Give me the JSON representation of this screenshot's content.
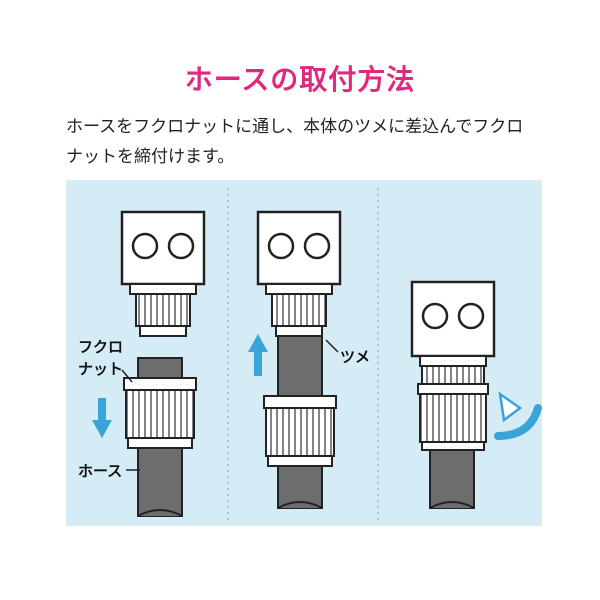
{
  "title": "ホースの取付方法",
  "description": {
    "line1": "ホースをフクロナットに通し、本体のツメに差込んでフクロ",
    "line2": "ナットを締付けます。"
  },
  "labels": {
    "nut_line1": "フクロ",
    "nut_line2": "ナット",
    "claw": "ツメ",
    "hose": "ホース"
  },
  "colors": {
    "title": "#e0287e",
    "panel": "#d5ebf6",
    "arrow": "#3aa3d8",
    "hose": "#6d6d6d"
  },
  "icons": {
    "down_arrow": "arrow-down-icon",
    "up_arrow": "arrow-up-icon",
    "rotate_arrow": "rotate-arrow-icon"
  }
}
